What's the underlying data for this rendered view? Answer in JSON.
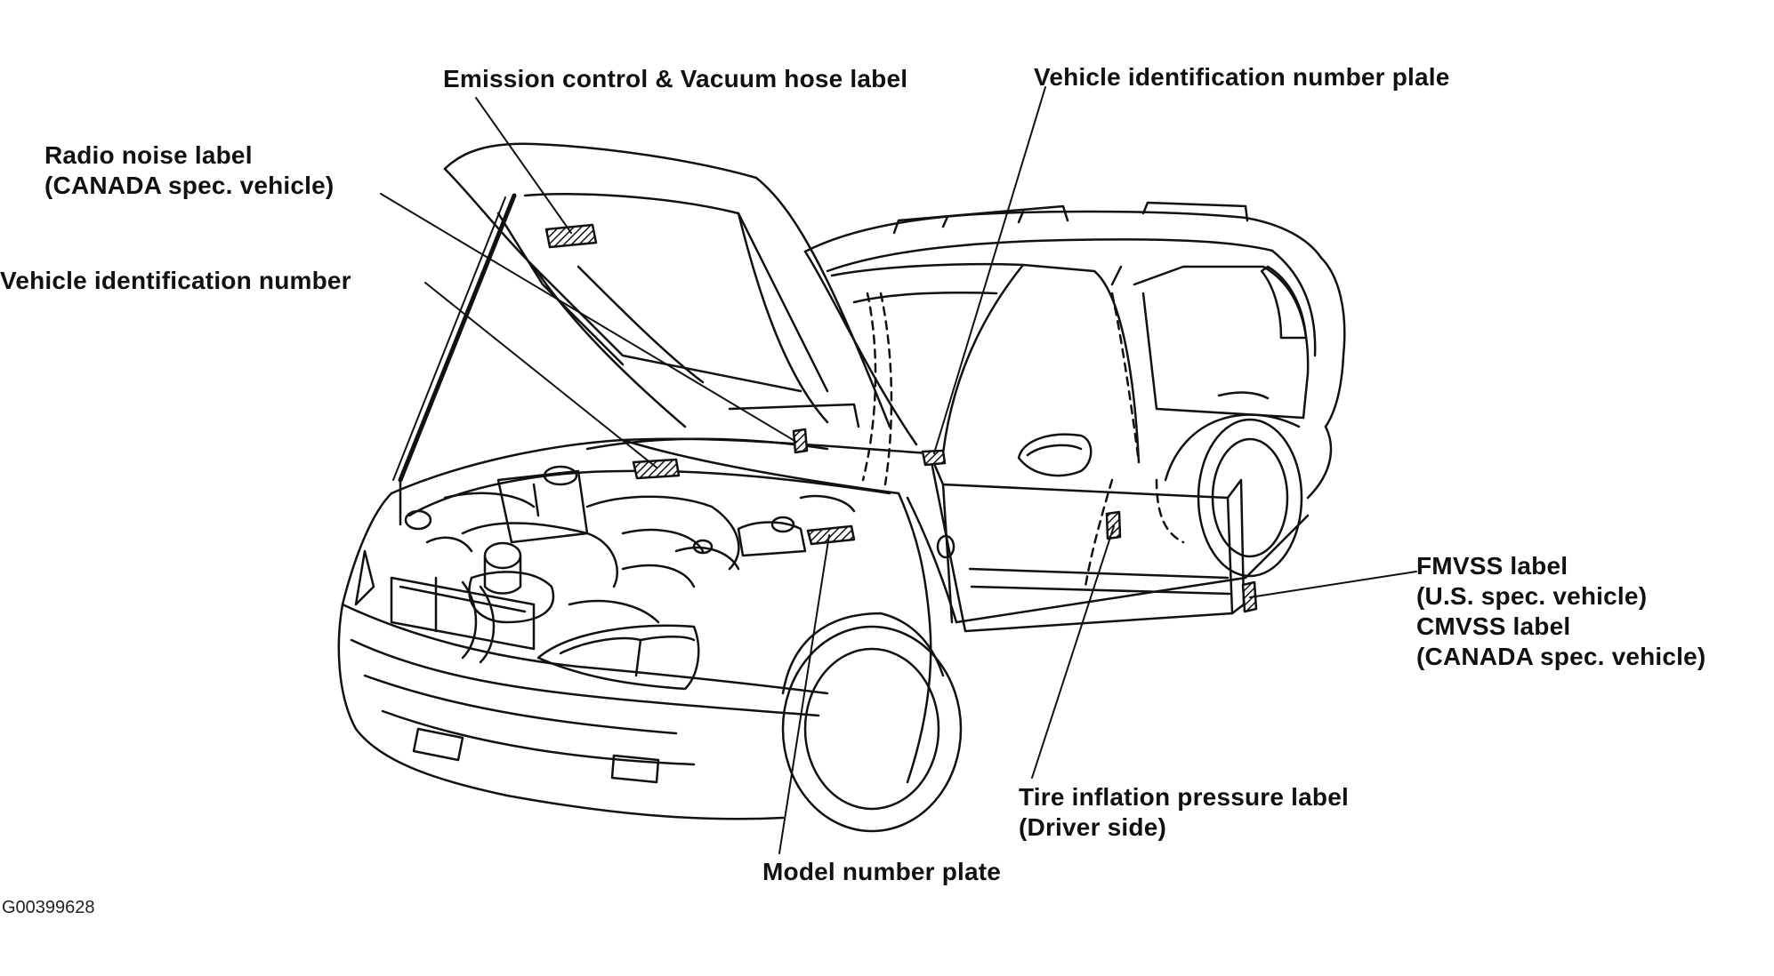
{
  "figure_id": "G00399628",
  "colors": {
    "ink": "#111111",
    "background": "#ffffff"
  },
  "labels": {
    "emission": {
      "line1": "Emission control & Vacuum hose label"
    },
    "vin_plate": {
      "line1": "Vehicle identification number plale"
    },
    "radio": {
      "line1": "Radio noise label",
      "line2": "(CANADA spec. vehicle)"
    },
    "vin": {
      "line1": "Vehicle identification number"
    },
    "fmvss": {
      "line1": "FMVSS label",
      "line2": "(U.S. spec. vehicle)",
      "line3": "CMVSS label",
      "line4": "(CANADA spec. vehicle)"
    },
    "tire": {
      "line1": "Tire inflation pressure label",
      "line2": "(Driver side)"
    },
    "model": {
      "line1": "Model number plate"
    }
  }
}
